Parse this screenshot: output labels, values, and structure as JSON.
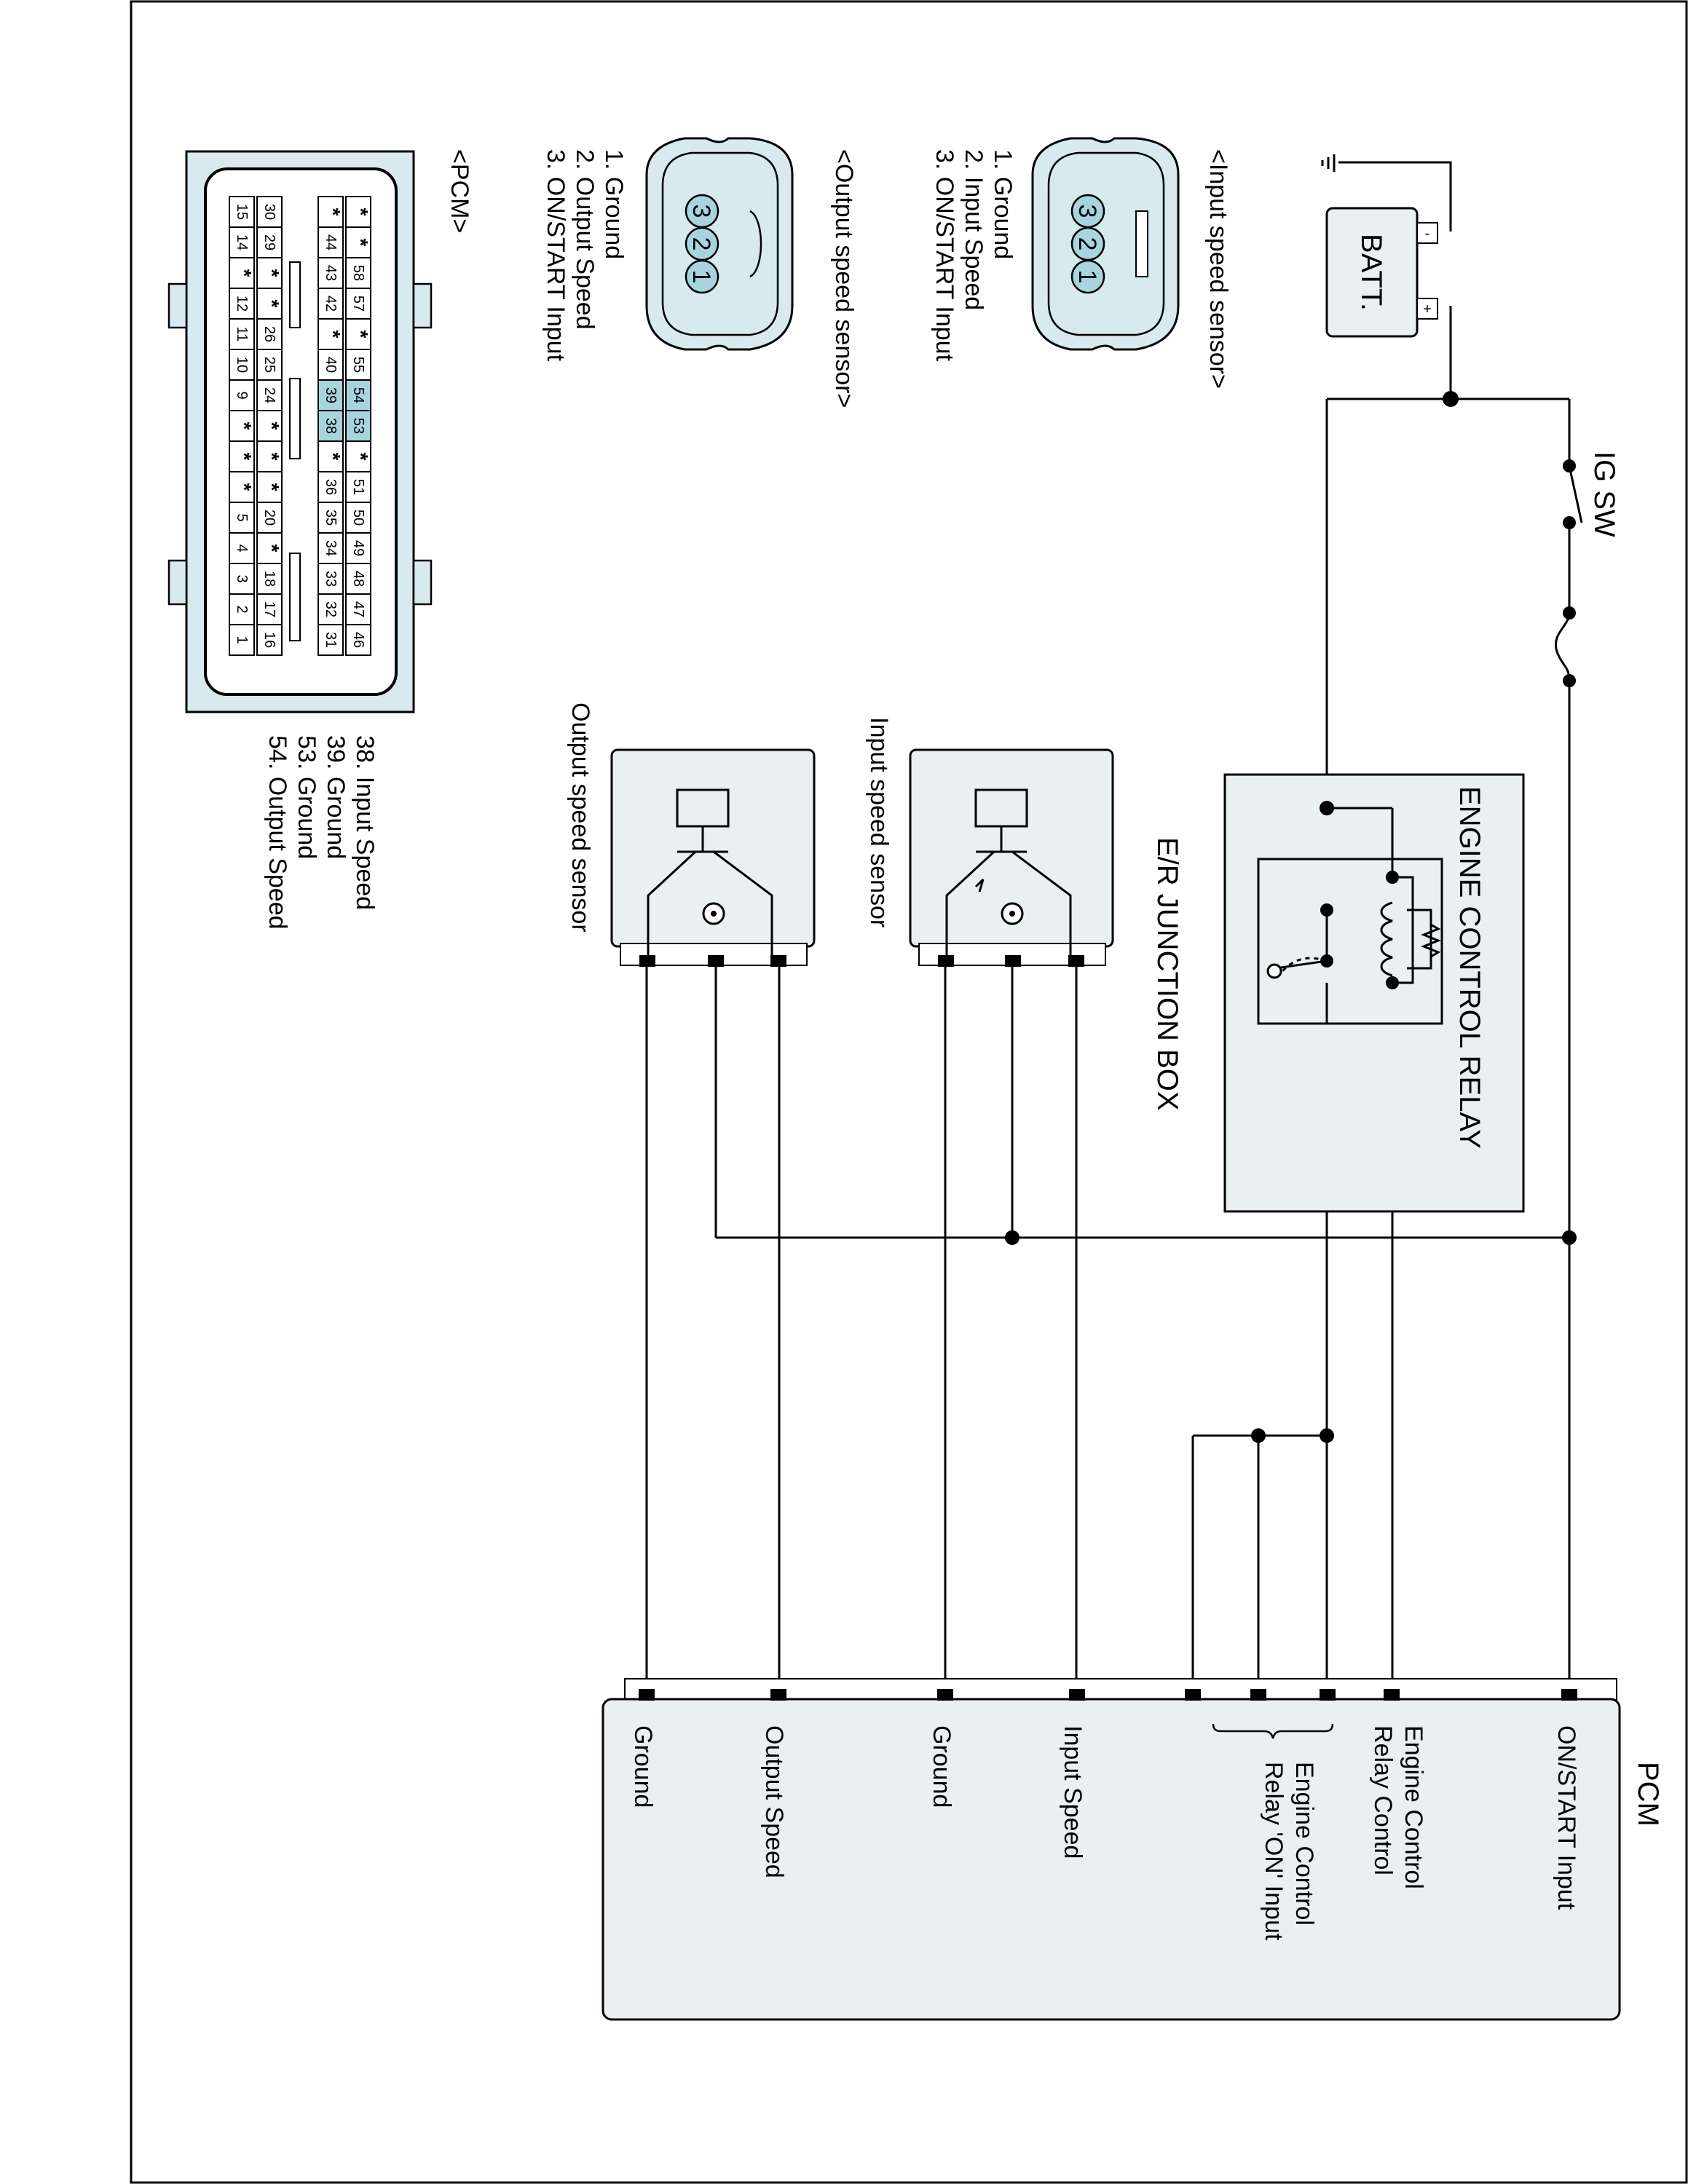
{
  "power": {
    "battery_label": "BATT.",
    "battery_minus": "-",
    "battery_plus": "+",
    "ig_switch_label": "IG SW"
  },
  "relay": {
    "title": "ENGINE CONTROL RELAY",
    "box_label": "E/R JUNCTION BOX"
  },
  "sensors": {
    "input_label": "Input speed sensor",
    "output_label": "Output speed sensor"
  },
  "pcm": {
    "title": "PCM",
    "pins": [
      "ON/START Input",
      "Engine Control Relay Control",
      "Engine Control Relay 'ON' Input",
      "Input Speed",
      "Ground",
      "Output Speed",
      "Ground"
    ],
    "pin_lines": {
      "relay_control": [
        "Engine Control",
        "Relay Control"
      ],
      "relay_on_input": [
        "Engine Control",
        "Relay 'ON' Input"
      ]
    }
  },
  "connectors": {
    "input_speed_sensor": {
      "title": "<Input speed sensor>",
      "pins": [
        "1. Ground",
        "2. Input Speed",
        "3. ON/START Input"
      ],
      "face_numbers": [
        "3",
        "2",
        "1"
      ]
    },
    "output_speed_sensor": {
      "title": "<Output speed sensor>",
      "pins": [
        "1. Ground",
        "2. Output Speed",
        "3. ON/START Input"
      ],
      "face_numbers": [
        "3",
        "2",
        "1"
      ]
    },
    "pcm": {
      "title": "<PCM>",
      "legend": [
        "38. Input Speed",
        "39. Ground",
        "53. Ground",
        "54. Output Speed"
      ],
      "grid_rows": [
        [
          "*",
          "*",
          "58",
          "57",
          "*",
          "55",
          "54",
          "53",
          "*",
          "51",
          "50",
          "49",
          "48",
          "47",
          "46"
        ],
        [
          "*",
          "44",
          "43",
          "42",
          "*",
          "40",
          "39",
          "38",
          "*",
          "36",
          "35",
          "34",
          "33",
          "32",
          "31"
        ],
        [
          "30",
          "29",
          "*",
          "*",
          "26",
          "25",
          "24",
          "*",
          "*",
          "*",
          "20",
          "*",
          "18",
          "17",
          "16"
        ],
        [
          "15",
          "14",
          "*",
          "12",
          "11",
          "10",
          "9",
          "*",
          "*",
          "*",
          "5",
          "4",
          "3",
          "2",
          "1"
        ]
      ],
      "highlighted_pins": [
        "53",
        "54",
        "38",
        "39"
      ],
      "highlight_color": "#a8d4de"
    }
  },
  "colors": {
    "line": "#000000",
    "box_fill": "#eaf0f2",
    "connector_fill": "#d8e9ef",
    "pin_circle": "#a8d4de"
  }
}
